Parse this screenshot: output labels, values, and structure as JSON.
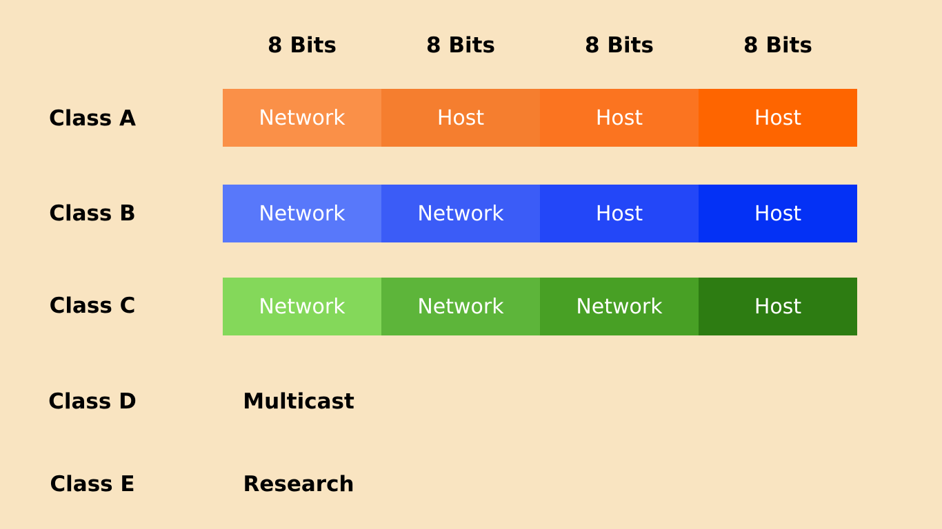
{
  "header": {
    "bits": [
      "8 Bits",
      "8 Bits",
      "8 Bits",
      "8 Bits"
    ]
  },
  "classes": [
    {
      "label": "Class A",
      "segments": [
        {
          "text": "Network",
          "color": "#fa9048"
        },
        {
          "text": "Host",
          "color": "#f57e2f"
        },
        {
          "text": "Host",
          "color": "#fb7420"
        },
        {
          "text": "Host",
          "color": "#fe6500"
        }
      ]
    },
    {
      "label": "Class B",
      "segments": [
        {
          "text": "Network",
          "color": "#5878fa"
        },
        {
          "text": "Network",
          "color": "#3b5cf7"
        },
        {
          "text": "Host",
          "color": "#2347f8"
        },
        {
          "text": "Host",
          "color": "#0431f5"
        }
      ]
    },
    {
      "label": "Class C",
      "segments": [
        {
          "text": "Network",
          "color": "#84d85a"
        },
        {
          "text": "Network",
          "color": "#5db53a"
        },
        {
          "text": "Network",
          "color": "#48a025"
        },
        {
          "text": "Host",
          "color": "#2d7c12"
        }
      ]
    },
    {
      "label": "Class D",
      "text": "Multicast"
    },
    {
      "label": "Class E",
      "text": "Research"
    }
  ]
}
